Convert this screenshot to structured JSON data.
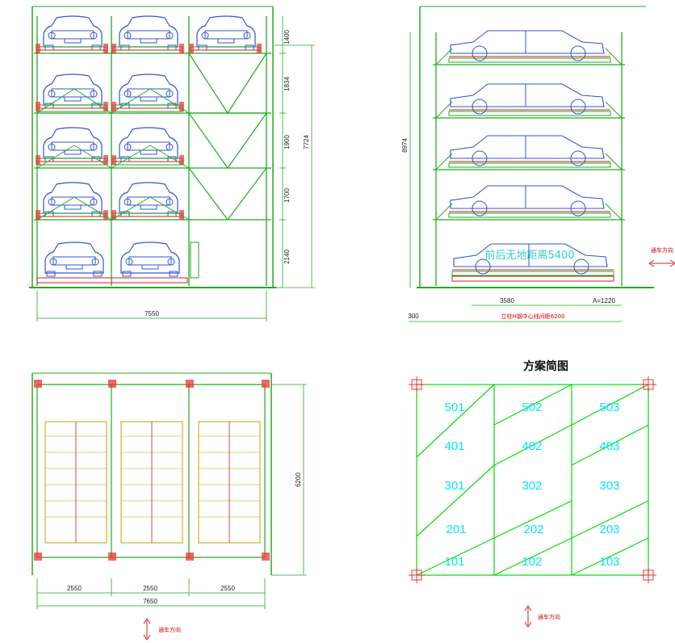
{
  "front_view": {
    "dim_heights": [
      "1400",
      "1834",
      "1900",
      "1700",
      "2140"
    ],
    "dim_total_height": "7724",
    "dim_total_width": "7550"
  },
  "side_view": {
    "dim_height": "8974",
    "dim_3580": "3580",
    "dim_a": "A=1220",
    "dim_span": "立柱H钢中心线间距6200",
    "dim_300": "300",
    "car_note": "前后无地距离5400",
    "direction_label": "通车方向"
  },
  "plan_view": {
    "dim_depth": "6200",
    "dim_bays": [
      "2550",
      "2550",
      "2550"
    ],
    "dim_total": "7650",
    "direction_label": "通车方向"
  },
  "scheme": {
    "title": "方案简图",
    "rows": [
      [
        "501",
        "502",
        "503"
      ],
      [
        "401",
        "402",
        "403"
      ],
      [
        "301",
        "302",
        "303"
      ],
      [
        "201",
        "202",
        "203"
      ],
      [
        "101",
        "102",
        "103"
      ]
    ],
    "direction_label": "通车方向"
  }
}
